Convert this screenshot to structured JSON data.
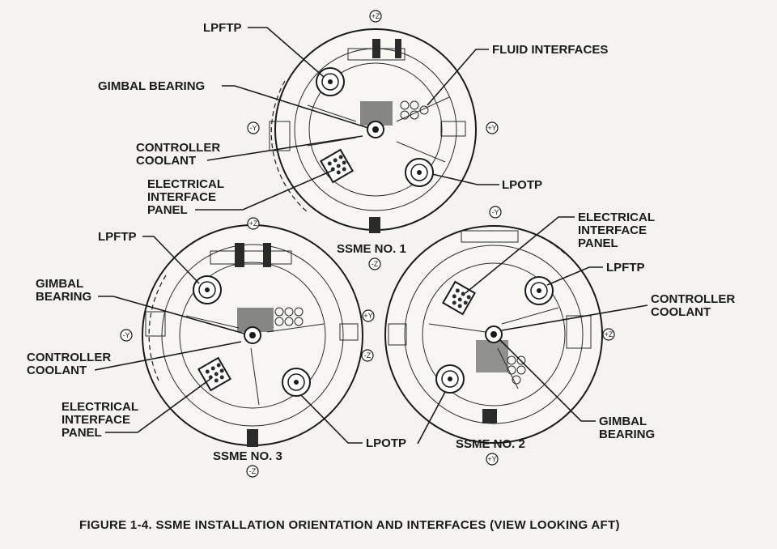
{
  "figure": {
    "caption": "FIGURE 1-4. SSME INSTALLATION ORIENTATION AND INTERFACES (VIEW LOOKING AFT)"
  },
  "engines": [
    {
      "name": "SSME NO. 1",
      "axis_markers": {
        "top": "+Z",
        "bottom": "-Z",
        "left": "-Y",
        "right": "+Y"
      },
      "labels": {
        "lpftp": "LPFTP",
        "fluid_interfaces": "FLUID INTERFACES",
        "gimbal_bearing": "GIMBAL BEARING",
        "controller_coolant_1": "CONTROLLER",
        "controller_coolant_2": "COOLANT",
        "electrical_1": "ELECTRICAL",
        "electrical_2": "INTERFACE",
        "electrical_3": "PANEL",
        "lpotp": "LPOTP"
      }
    },
    {
      "name": "SSME NO. 2",
      "axis_markers": {
        "top": "-Y",
        "bottom": "+Y",
        "left": "-Z",
        "right": "+Z"
      },
      "labels": {
        "electrical_1": "ELECTRICAL",
        "electrical_2": "INTERFACE",
        "electrical_3": "PANEL",
        "lpftp": "LPFTP",
        "controller_coolant_1": "CONTROLLER",
        "controller_coolant_2": "COOLANT",
        "gimbal_bearing_1": "GIMBAL",
        "gimbal_bearing_2": "BEARING"
      }
    },
    {
      "name": "SSME NO. 3",
      "axis_markers": {
        "top": "+Z",
        "bottom": "-Z",
        "left": "-Y",
        "right": "+Y"
      },
      "labels": {
        "lpftp": "LPFTP",
        "gimbal_bearing_1": "GIMBAL",
        "gimbal_bearing_2": "BEARING",
        "controller_coolant_1": "CONTROLLER",
        "controller_coolant_2": "COOLANT",
        "electrical_1": "ELECTRICAL",
        "electrical_2": "INTERFACE",
        "electrical_3": "PANEL",
        "lpotp": "LPOTP"
      }
    }
  ]
}
